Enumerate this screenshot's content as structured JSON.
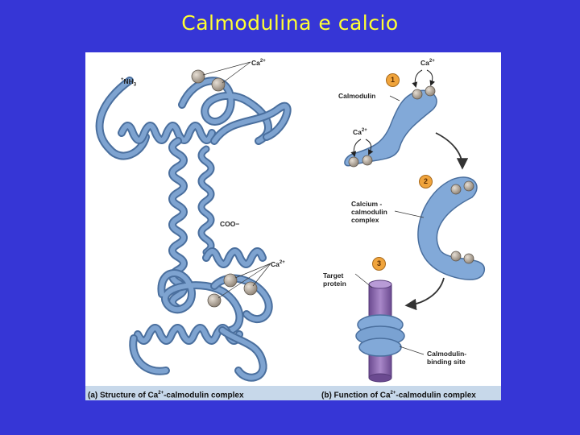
{
  "slide": {
    "title": "Calmodulina e calcio"
  },
  "panel_a": {
    "caption_prefix": "(a) Structure of Ca",
    "caption_sup": "2+",
    "caption_suffix": "-calmodulin complex",
    "nh3_plus": "+",
    "nh3_label": "NH",
    "nh3_sub": "3",
    "coo_label": "COO−",
    "ca_label_top": "Ca",
    "ca_label_bottom": "Ca",
    "ca_sup": "2+"
  },
  "panel_b": {
    "caption_prefix": "(b) Function of Ca",
    "caption_sup": "2+",
    "caption_suffix": "-calmodulin complex",
    "step1": "1",
    "step2": "2",
    "step3": "3",
    "calmodulin_label": "Calmodulin",
    "ca_top": "Ca",
    "ca_left": "Ca",
    "ca_sup": "2+",
    "complex_line1": "Calcium -",
    "complex_line2": "calmodulin",
    "complex_line3": "complex",
    "target_line1": "Target",
    "target_line2": "protein",
    "binding_line1": "Calmodulin-",
    "binding_line2": "binding site"
  },
  "colors": {
    "background": "#3636d6",
    "title": "#ffff33",
    "ribbon": "#6f97c8",
    "ribbon_dark": "#4a6f9e",
    "ion": "#a69b8e",
    "target_protein": "#8e6bb0",
    "caption_bar": "#c7d8ea",
    "step_badge": "#f0a43c"
  },
  "icons": [
    "calcium-ion-icon",
    "protein-ribbon",
    "arrow-icon"
  ]
}
